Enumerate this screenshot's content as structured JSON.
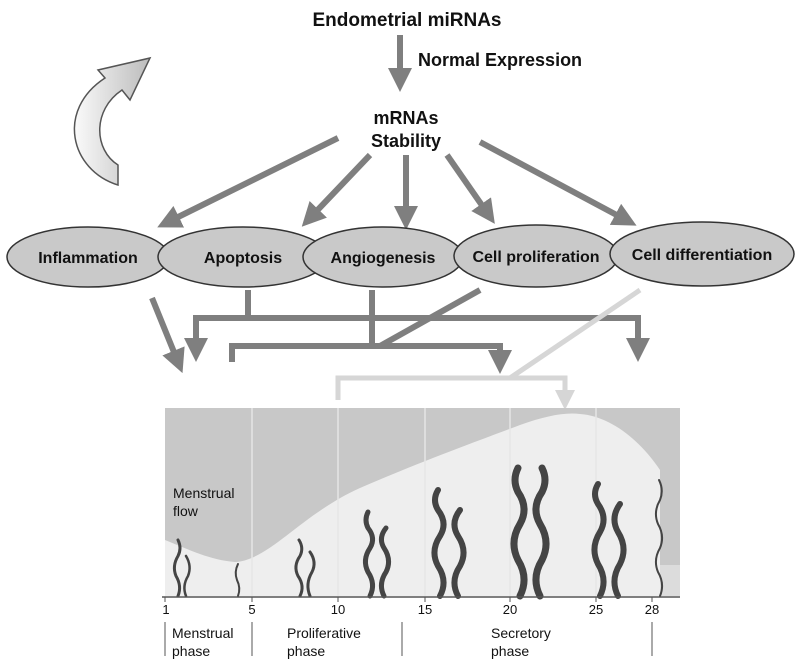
{
  "title": "Endometrial miRNAs",
  "step_label": "Normal Expression",
  "center_node": {
    "line1": "mRNAs",
    "line2": "Stability"
  },
  "processes": [
    {
      "label": "Inflammation"
    },
    {
      "label": "Apoptosis"
    },
    {
      "label": "Angiogenesis"
    },
    {
      "label": "Cell proliferation"
    },
    {
      "label": "Cell differentiation"
    }
  ],
  "cycle_figure": {
    "annotation": "Menstrual flow",
    "annotation_lines": [
      "Menstrual",
      "flow"
    ],
    "day_ticks": [
      "1",
      "5",
      "10",
      "15",
      "20",
      "25",
      "28"
    ],
    "phases": [
      {
        "line1": "Menstrual",
        "line2": "phase"
      },
      {
        "line1": "Proliferative",
        "line2": "phase"
      },
      {
        "line1": "Secretory",
        "line2": "phase"
      }
    ]
  },
  "colors": {
    "arrow": "#7f7f7f",
    "arrow_light": "#d6d6d6",
    "node_fill": "#c9c9c9",
    "panel_bg": "#c8c8c8",
    "tissue": "#eeeeee",
    "vessel": "#444444"
  }
}
